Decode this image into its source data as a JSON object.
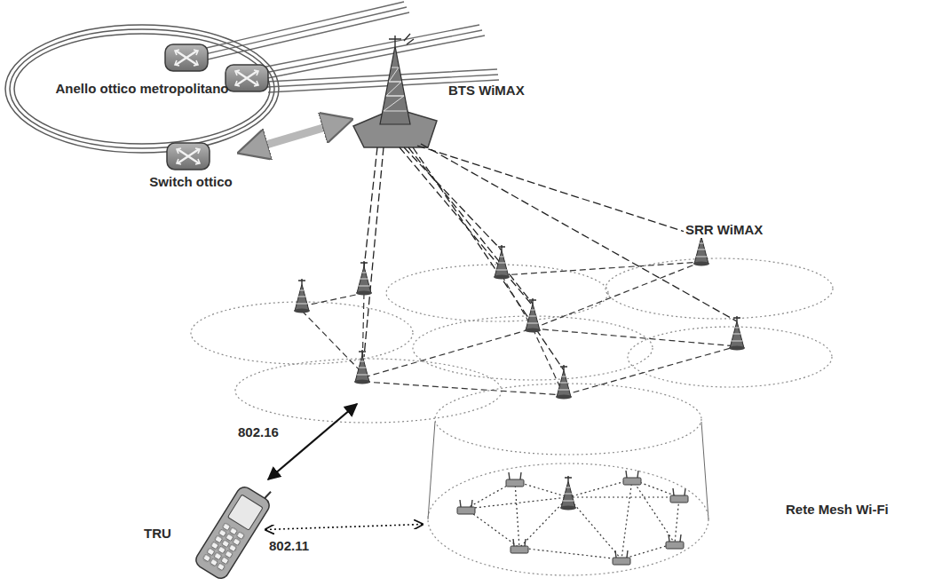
{
  "diagram": {
    "nodes": [
      {
        "text": [
          "Anello ottico metropolitano"
        ]
      },
      {
        "text": [
          "Switch ottico"
        ]
      },
      {
        "text": [
          "BTS WiMAX"
        ]
      },
      {
        "text": [
          "TRU"
        ]
      },
      {
        "text": [
          "Rete Mesh Wi-Fi"
        ]
      }
    ],
    "edges": [
      {
        "from": 1,
        "to": 2,
        "arrow": "both"
      },
      {
        "from": 3,
        "to": 4,
        "label": "802.11",
        "arrow": "both"
      }
    ],
    "labels": [
      "SRR WiMAX",
      "802.16"
    ]
  }
}
